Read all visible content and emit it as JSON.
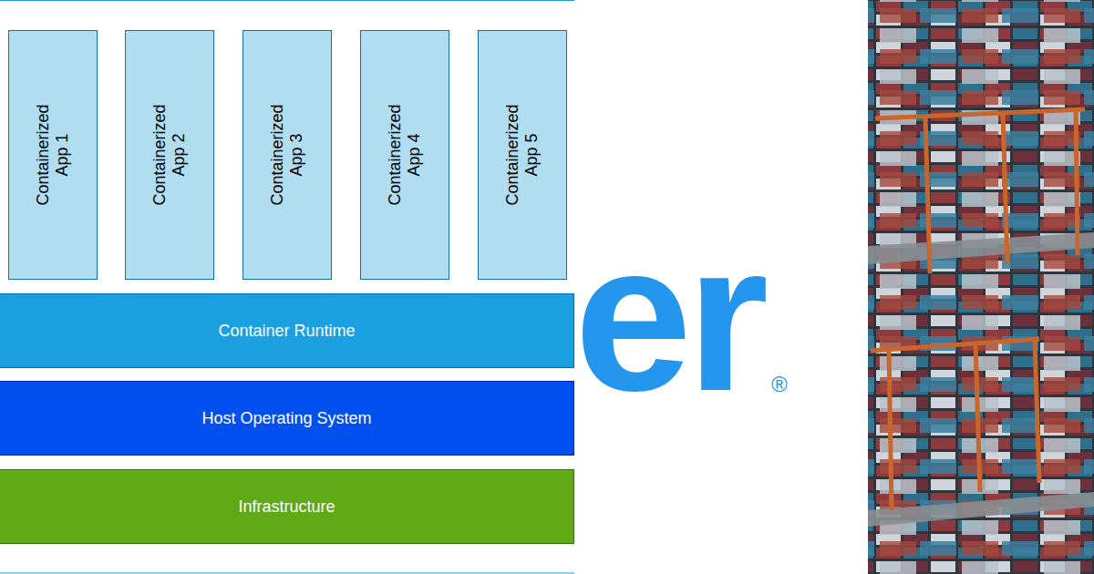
{
  "diagram": {
    "nodes": [
      {
        "text": [
          "Containerized App 1"
        ]
      },
      {
        "text": [
          "Containerized App 2"
        ]
      },
      {
        "text": [
          "Containerized App 3"
        ]
      },
      {
        "text": [
          "Containerized App 4"
        ]
      },
      {
        "text": [
          "Containerized App 5"
        ]
      },
      {
        "text": [
          "Container Runtime"
        ]
      },
      {
        "text": [
          "Host Operating System"
        ]
      },
      {
        "text": [
          "Infrastructure"
        ]
      }
    ],
    "labels": [
      "er",
      "®"
    ]
  }
}
